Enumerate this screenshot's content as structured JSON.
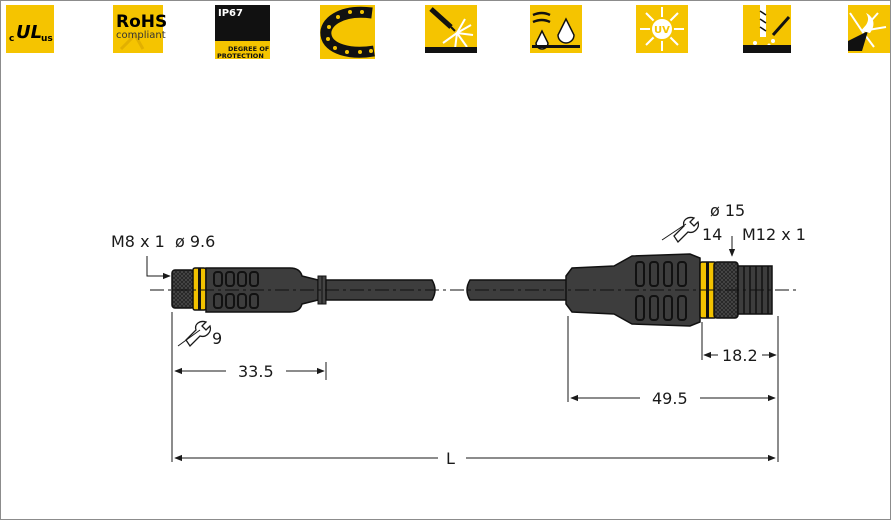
{
  "badges": {
    "ul": {
      "c": "c",
      "mark": "UL",
      "us": "us"
    },
    "rohs": {
      "title": "RoHS",
      "sub": "compliant"
    },
    "ip67": {
      "title": "IP67",
      "line1": "DEGREE OF",
      "line2": "PROTECTION"
    },
    "uv": {
      "label": "UV"
    }
  },
  "icons": [
    "ul-icon",
    "rohs-icon",
    "ip67-icon",
    "drag-chain-icon",
    "welding-spatter-icon",
    "oil-resistance-icon",
    "uv-resistance-icon",
    "drill-chips-icon",
    "flame-icon"
  ],
  "colors": {
    "badge_yellow": "#f5c400",
    "cable": "#3a3a3a",
    "nut_yellow": "#f2c200",
    "line": "#1a1a1a"
  },
  "labels": {
    "left_thread": "M8 x 1",
    "left_diameter": "ø 9.6",
    "left_wrench": "9",
    "left_length": "33.5",
    "right_diameter": "ø 15",
    "right_wrench": "14",
    "right_thread": "M12 x 1",
    "right_thread_length": "18.2",
    "right_length": "49.5",
    "total_length": "L"
  }
}
